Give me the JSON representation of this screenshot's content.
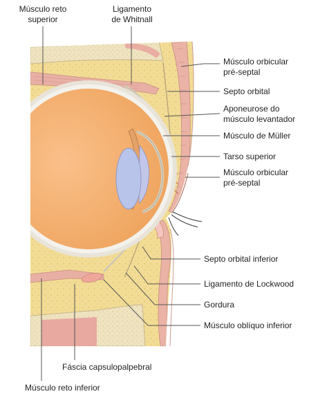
{
  "labels": {
    "reto_superior": [
      "Músculo reto",
      "superior"
    ],
    "whitnall": [
      "Ligamento",
      "de Whitnall"
    ],
    "orbicular_1": [
      "Músculo orbicular",
      "pré-septal"
    ],
    "septo_orbital": "Septo orbital",
    "aponeurose": [
      "Aponeurose do",
      "músculo levantador"
    ],
    "muller": "Músculo de Müller",
    "tarso_superior": "Tarso superior",
    "orbicular_2": [
      "Músculo orbicular",
      "pré-septal"
    ],
    "septo_inferior": "Septo orbital inferior",
    "lockwood": "Ligamento de Lockwood",
    "gordura": "Gordura",
    "obliquo_inferior": "Músculo oblíquo inferior",
    "fascia": "Fáscia capsulopalpebral",
    "reto_inferior": "Músculo reto inferior"
  },
  "colors": {
    "fat": "#f2dc95",
    "bone": "#f0e5c3",
    "muscle": "#eab3a6",
    "eye": "#f4b272",
    "iris": "#c2c7ea",
    "lens": "#b8c4ea",
    "tarsus": "#f4c6bd",
    "leader": "#555555"
  }
}
